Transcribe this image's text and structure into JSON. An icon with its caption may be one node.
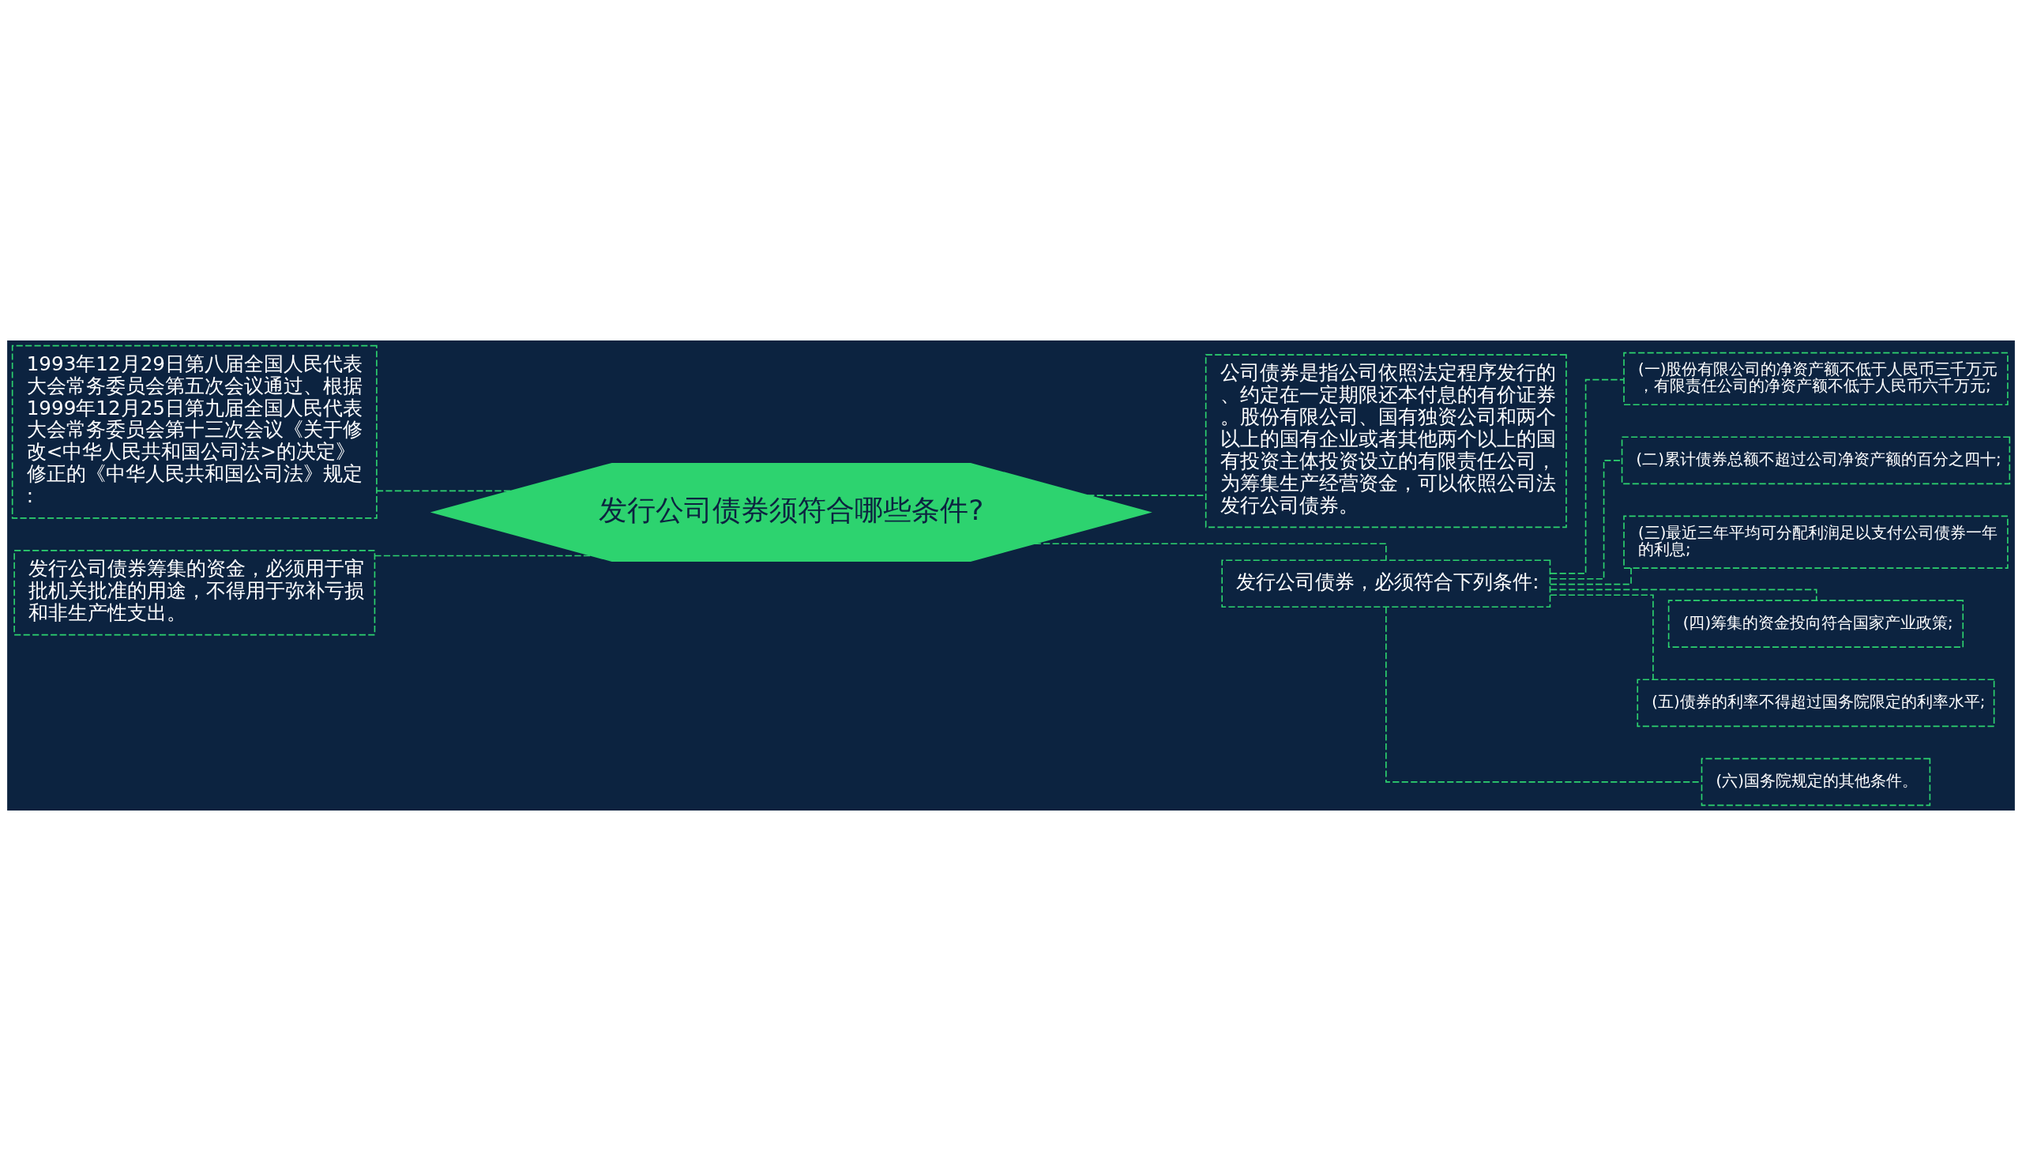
{
  "diagram": {
    "nodes": [
      {
        "text": [
          "发行公司债券须符合哪些条件?"
        ]
      },
      {
        "text": [
          "1993年12月29日第八届全国人民代表大会常务委员会第五次会议通过、根据1999年12月25日第九届全国人民代表大会常务委员会第十三次会议《关于修改<中华人民共和国公司法>的决定》修正的《中华人民共和国公司法》规定:"
        ]
      },
      {
        "text": [
          "发行公司债券筹集的资金，必须用于审批机关批准的用途，不得用于弥补亏损和非生产性支出。"
        ]
      },
      {
        "text": [
          "公司债券是指公司依照法定程序发行的、约定在一定期限还本付息的有价证券。股份有限公司、国有独资公司和两个以上的国有企业或者其他两个以上的国有投资主体投资设立的有限责任公司，为筹集生产经营资金，可以依照公司法发行公司债券。"
        ]
      },
      {
        "text": [
          "发行公司债券，必须符合下列条件:"
        ]
      },
      {
        "text": [
          "(一)股份有限公司的净资产额不低于人民币三千万元，有限责任公司的净资产额不低于人民币六千万元;"
        ]
      },
      {
        "text": [
          "(二)累计债券总额不超过公司净资产额的百分之四十;"
        ]
      },
      {
        "text": [
          "(三)最近三年平均可分配利润足以支付公司债券一年的利息;"
        ]
      },
      {
        "text": [
          "(四)筹集的资金投向符合国家产业政策;"
        ]
      },
      {
        "text": [
          "(五)债券的利率不得超过国务院限定的利率水平;"
        ]
      },
      {
        "text": [
          "(六)国务院规定的其他条件。"
        ]
      }
    ],
    "edges": [
      {
        "from": 0,
        "to": 1,
        "arrow": "none",
        "style": "dashed"
      },
      {
        "from": 0,
        "to": 2,
        "arrow": "none",
        "style": "dashed"
      },
      {
        "from": 0,
        "to": 3,
        "arrow": "none",
        "style": "dashed"
      },
      {
        "from": 0,
        "to": 4,
        "arrow": "none",
        "style": "dashed"
      },
      {
        "from": 4,
        "to": 5,
        "arrow": "none",
        "style": "dashed"
      },
      {
        "from": 4,
        "to": 6,
        "arrow": "none",
        "style": "dashed"
      },
      {
        "from": 4,
        "to": 7,
        "arrow": "none",
        "style": "dashed"
      },
      {
        "from": 4,
        "to": 8,
        "arrow": "none",
        "style": "dashed"
      },
      {
        "from": 4,
        "to": 9,
        "arrow": "none",
        "style": "dashed"
      },
      {
        "from": 4,
        "to": 10,
        "arrow": "none",
        "style": "dashed"
      }
    ]
  }
}
